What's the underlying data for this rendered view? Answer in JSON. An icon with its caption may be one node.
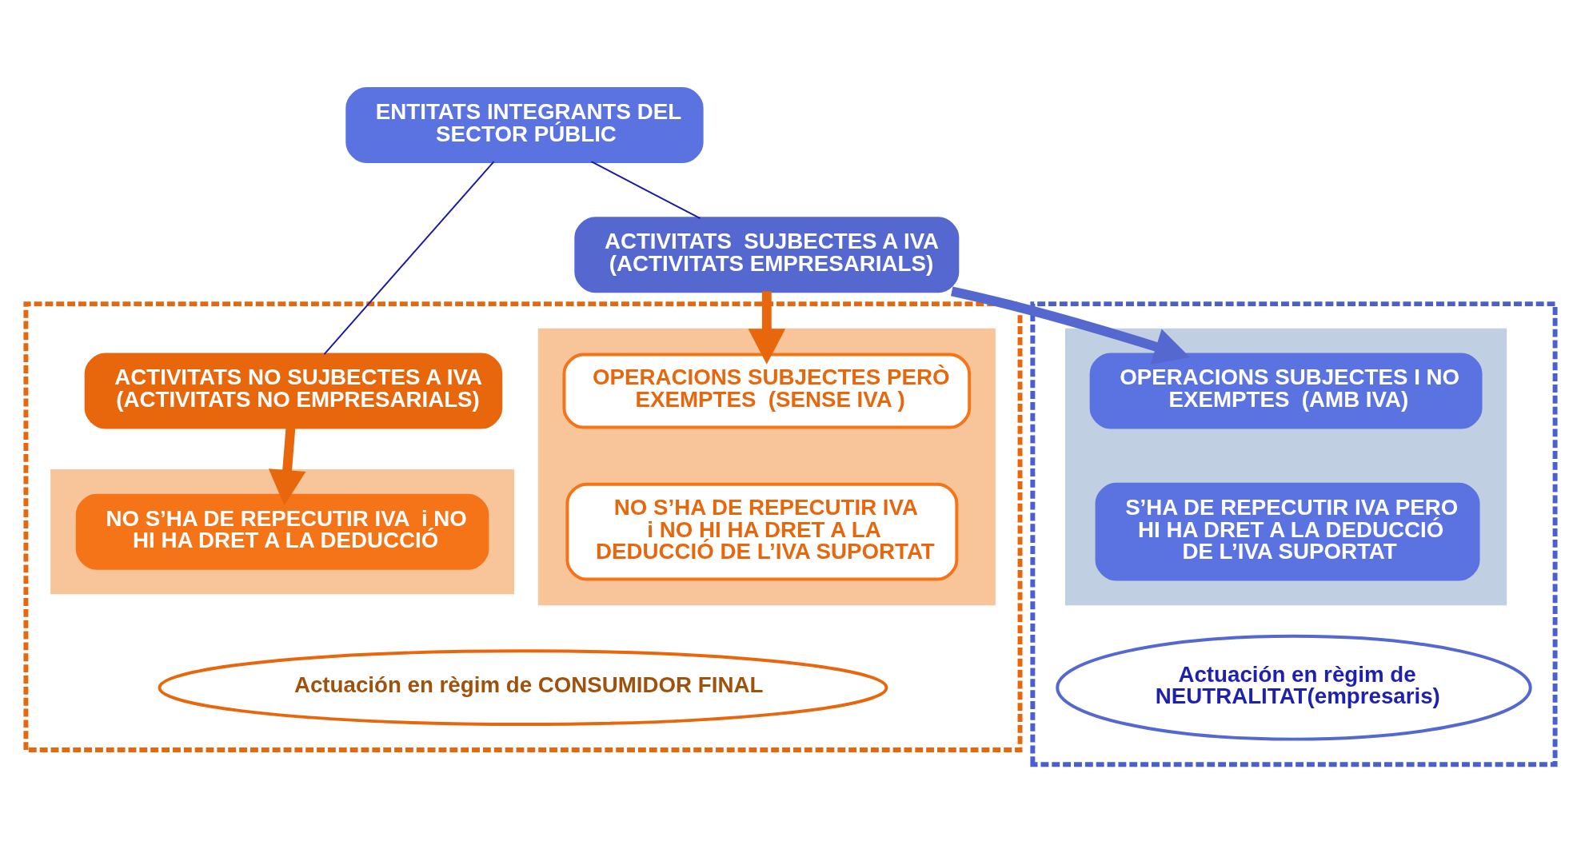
{
  "diagram": {
    "nodes": [
      {
        "text": [
          "ENTITATS INTEGRANTS DEL SECTOR PÚBLIC"
        ]
      },
      {
        "text": [],
        "shape": "box"
      },
      {
        "text": [
          "ACTIVITATS NO SUJBECTES A IVA (ACTIVITATS NO EMPRESARIALS)"
        ],
        "in": 1
      },
      {
        "text": [
          "ACTIVITATS  SUJBECTES A IVA (ACTIVITATS EMPRESARIALS)"
        ]
      },
      {
        "text": [],
        "shape": "box",
        "in": 1
      },
      {
        "text": [
          "NO S’HA DE REPECUTIR IVA  i NO HI HA DRET A LA DEDUCCIÓ"
        ],
        "in": 4
      },
      {
        "text": [],
        "shape": "box",
        "in": 1
      },
      {
        "text": [
          "OPERACIONS SUBJECTES PERÒ  EXEMPTES  (SENSE IVA )"
        ],
        "in": 6
      },
      {
        "text": [
          "NO S’HA DE REPECUTIR IVA  i NO HI HA DRET A LA DEDUCCIÓ DE L’IVA SUPORTAT"
        ],
        "in": 6
      },
      {
        "text": [],
        "shape": "box"
      },
      {
        "text": [],
        "shape": "box",
        "in": 9
      },
      {
        "text": [
          "OPERACIONS SUBJECTES I NO EXEMPTES  (AMB IVA)"
        ],
        "in": 10
      },
      {
        "text": [
          "S’HA DE REPECUTIR IVA PERO  HI HA DRET A LA DEDUCCIÓ DE L’IVA SUPORTAT"
        ],
        "in": 10
      },
      {
        "text": [
          "Actuación en règim de CONSUMIDOR FINAL"
        ],
        "in": 1
      },
      {
        "text": [
          "Actuación en règim de NEUTRALITAT(empresaris)"
        ],
        "in": 9
      }
    ],
    "edges": [
      {
        "from": 0,
        "to": 2,
        "arrow": "none",
        "color": "#1a1aa8"
      },
      {
        "from": 0,
        "to": 3,
        "arrow": "none",
        "color": "#1a1aa8"
      },
      {
        "from": 2,
        "to": 5,
        "arrow": "to",
        "color": "#e8670c"
      },
      {
        "from": 3,
        "to": 7,
        "arrow": "to",
        "color": "#e8670c"
      },
      {
        "from": 3,
        "to": 11,
        "arrow": "to",
        "color": "#5468d0"
      }
    ]
  }
}
